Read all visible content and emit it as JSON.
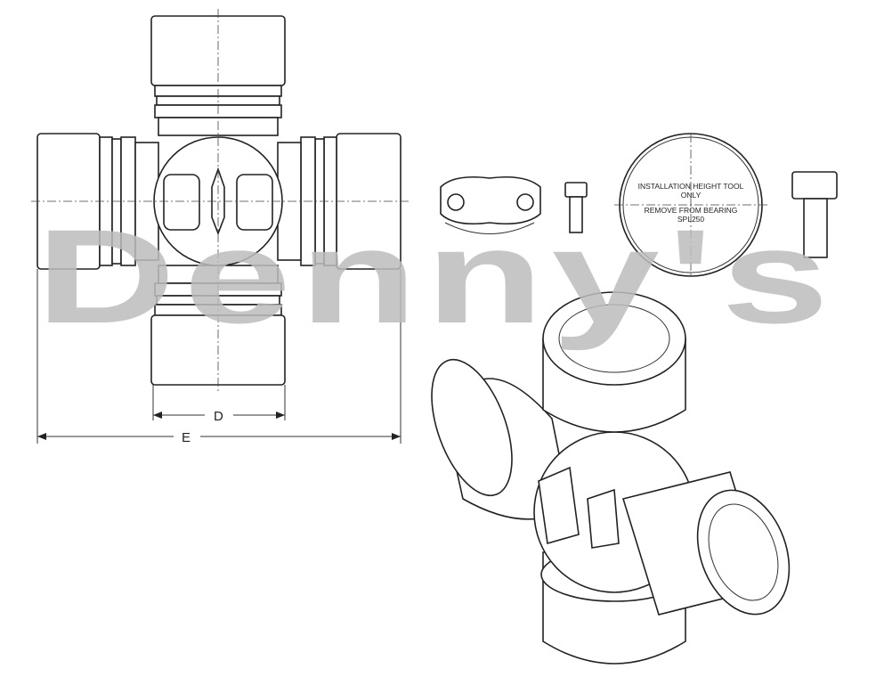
{
  "drawing": {
    "dimension_d_label": "D",
    "dimension_e_label": "E",
    "tool_label_line1": "INSTALLATION HEIGHT TOOL",
    "tool_label_line2": "ONLY",
    "tool_label_line3": "REMOVE FROM BEARING",
    "tool_label_line4": "SPL250",
    "watermark": "Denny's"
  }
}
